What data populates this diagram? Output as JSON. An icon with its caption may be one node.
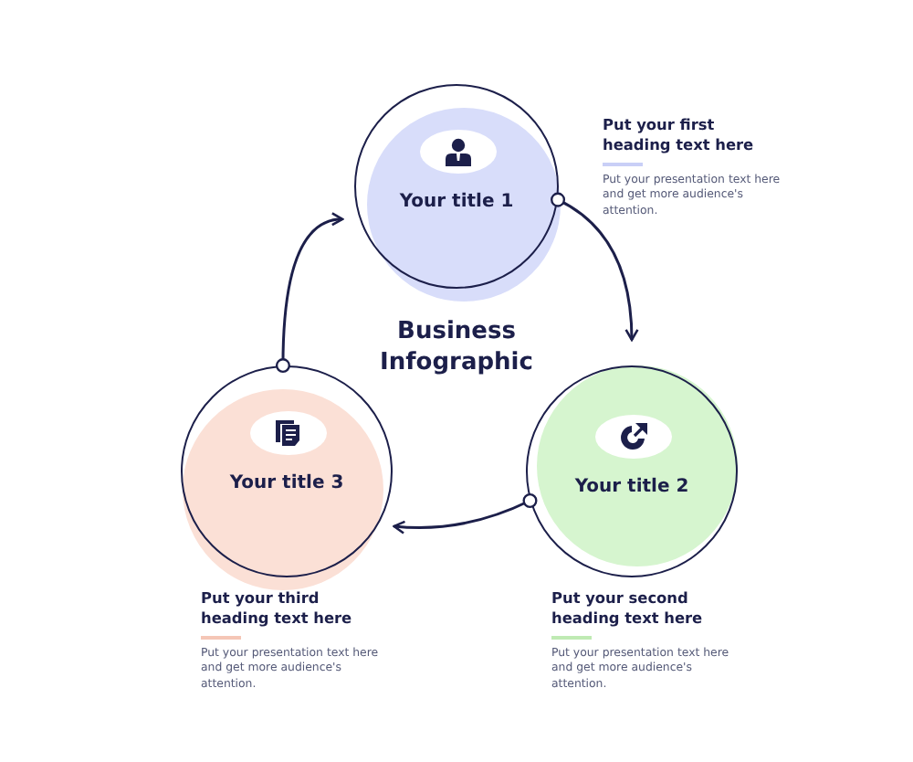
{
  "diagram": {
    "title": "Business Infographic",
    "nodes": [
      {
        "text": [
          "Your title 1"
        ],
        "beside": [
          "Put your first heading text here",
          "Put your presentation text here and get more audience's attention."
        ]
      },
      {
        "text": [
          "Your title 2"
        ],
        "beside": [
          "Put your second heading text here",
          "Put your presentation text here and get more audience's attention."
        ]
      },
      {
        "text": [
          "Your title 3"
        ],
        "beside": [
          "Put your third heading text here",
          "Put your presentation text here and get more audience's attention."
        ]
      }
    ],
    "edges": [
      {
        "from": 0,
        "to": 1,
        "arrow": "to"
      },
      {
        "from": 1,
        "to": 2,
        "arrow": "to"
      },
      {
        "from": 2,
        "to": 0,
        "arrow": "to"
      }
    ]
  }
}
